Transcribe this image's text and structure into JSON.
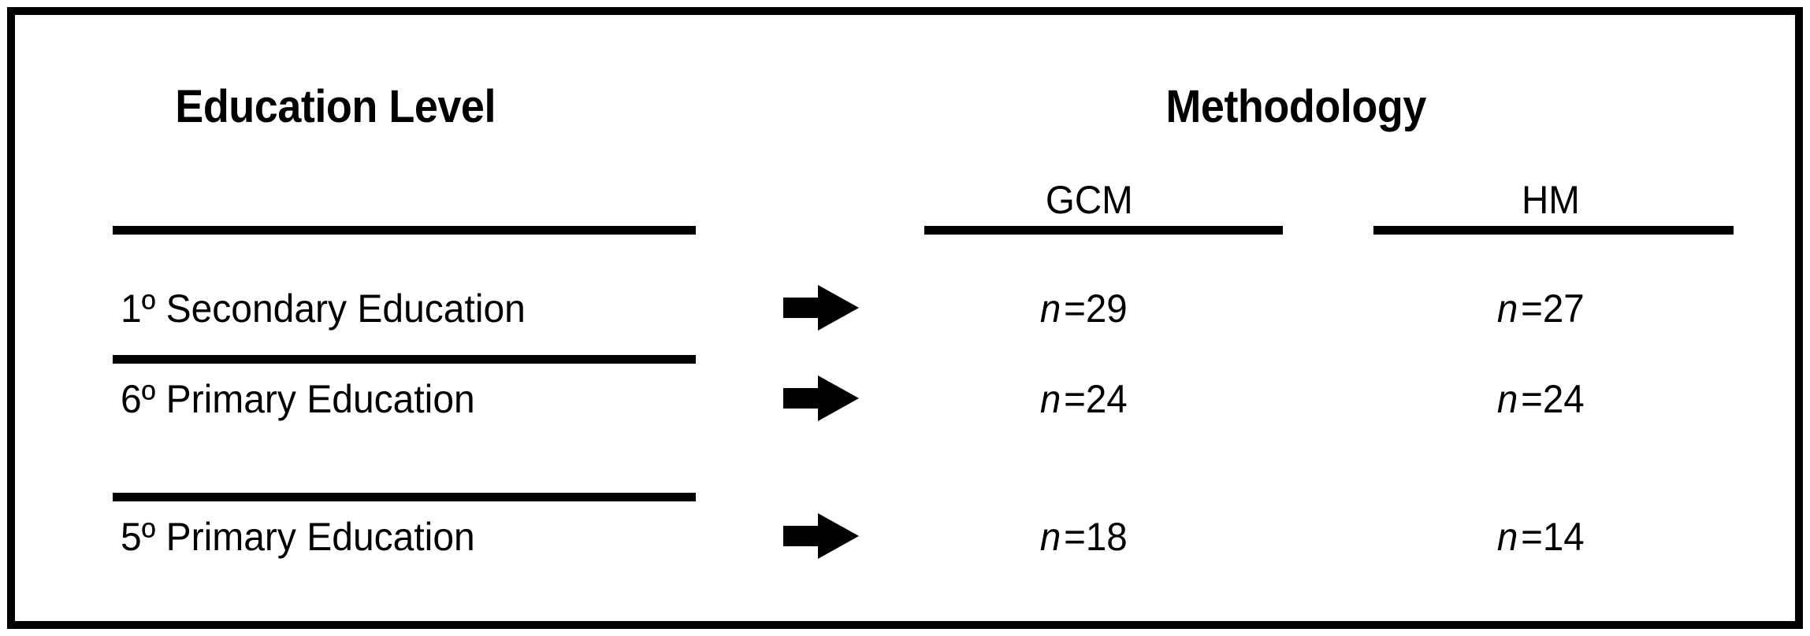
{
  "figure": {
    "border_color": "#000000",
    "background_color": "#ffffff"
  },
  "headers": {
    "left_column": "Education Level",
    "right_group": "Methodology",
    "methods": [
      {
        "key": "gcm",
        "label": "GCM"
      },
      {
        "key": "hm",
        "label": "HM"
      }
    ]
  },
  "rows": [
    {
      "level": "1º Secondary Education",
      "arrow": "right-arrow-icon",
      "gcm": {
        "symbol": "n",
        "eq": "=29",
        "value": 29,
        "text": "n =29"
      },
      "hm": {
        "symbol": "n",
        "eq": "=27",
        "value": 27,
        "text": "n =27"
      }
    },
    {
      "level": "6º Primary Education",
      "arrow": "right-arrow-icon",
      "gcm": {
        "symbol": "n",
        "eq": "=24",
        "value": 24,
        "text": "n =24"
      },
      "hm": {
        "symbol": "n",
        "eq": "=24",
        "value": 24,
        "text": "n =24"
      }
    },
    {
      "level": "5º Primary Education",
      "arrow": "right-arrow-icon",
      "gcm": {
        "symbol": "n",
        "eq": "=18",
        "value": 18,
        "text": "n =18"
      },
      "hm": {
        "symbol": "n",
        "eq": "=14",
        "value": 14,
        "text": "n =14"
      }
    }
  ],
  "chart_data": {
    "type": "table",
    "title": "",
    "row_header": "Education Level",
    "column_group": "Methodology",
    "categories": [
      "1º Secondary Education",
      "6º Primary Education",
      "5º Primary Education"
    ],
    "series": [
      {
        "name": "GCM",
        "values": [
          29,
          24,
          18
        ]
      },
      {
        "name": "HM",
        "values": [
          27,
          24,
          14
        ]
      }
    ],
    "cell_prefix": "n =",
    "grid": false,
    "legend": "none"
  }
}
